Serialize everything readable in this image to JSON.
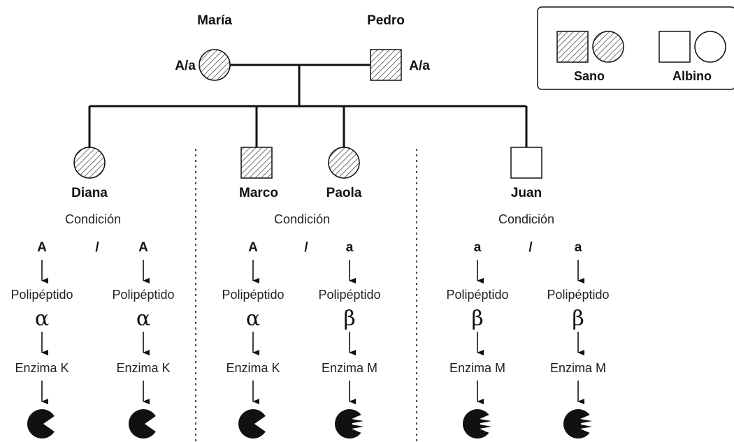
{
  "legend": {
    "healthy_label": "Sano",
    "albino_label": "Albino"
  },
  "parents": {
    "mother": {
      "name": "María",
      "genotype": "A/a"
    },
    "father": {
      "name": "Pedro",
      "genotype": "A/a"
    }
  },
  "children": {
    "diana": "Diana",
    "marco": "Marco",
    "paola": "Paola",
    "juan": "Juan"
  },
  "groups": [
    {
      "condition_label": "Condición",
      "slash": "/",
      "alleles": [
        {
          "allele": "A",
          "polypeptide_label": "Polipéptido",
          "polypeptide_symbol": "α",
          "enzyme": "Enzima K",
          "enzyme_shape": "pacman-smooth"
        },
        {
          "allele": "A",
          "polypeptide_label": "Polipéptido",
          "polypeptide_symbol": "α",
          "enzyme": "Enzima K",
          "enzyme_shape": "pacman-smooth"
        }
      ]
    },
    {
      "condition_label": "Condición",
      "slash": "/",
      "alleles": [
        {
          "allele": "A",
          "polypeptide_label": "Polipéptido",
          "polypeptide_symbol": "α",
          "enzyme": "Enzima K",
          "enzyme_shape": "pacman-smooth"
        },
        {
          "allele": "a",
          "polypeptide_label": "Polipéptido",
          "polypeptide_symbol": "β",
          "enzyme": "Enzima M",
          "enzyme_shape": "pacman-jagged"
        }
      ]
    },
    {
      "condition_label": "Condición",
      "slash": "/",
      "alleles": [
        {
          "allele": "a",
          "polypeptide_label": "Polipéptido",
          "polypeptide_symbol": "β",
          "enzyme": "Enzima M",
          "enzyme_shape": "pacman-jagged"
        },
        {
          "allele": "a",
          "polypeptide_label": "Polipéptido",
          "polypeptide_symbol": "β",
          "enzyme": "Enzima M",
          "enzyme_shape": "pacman-jagged"
        }
      ]
    }
  ]
}
